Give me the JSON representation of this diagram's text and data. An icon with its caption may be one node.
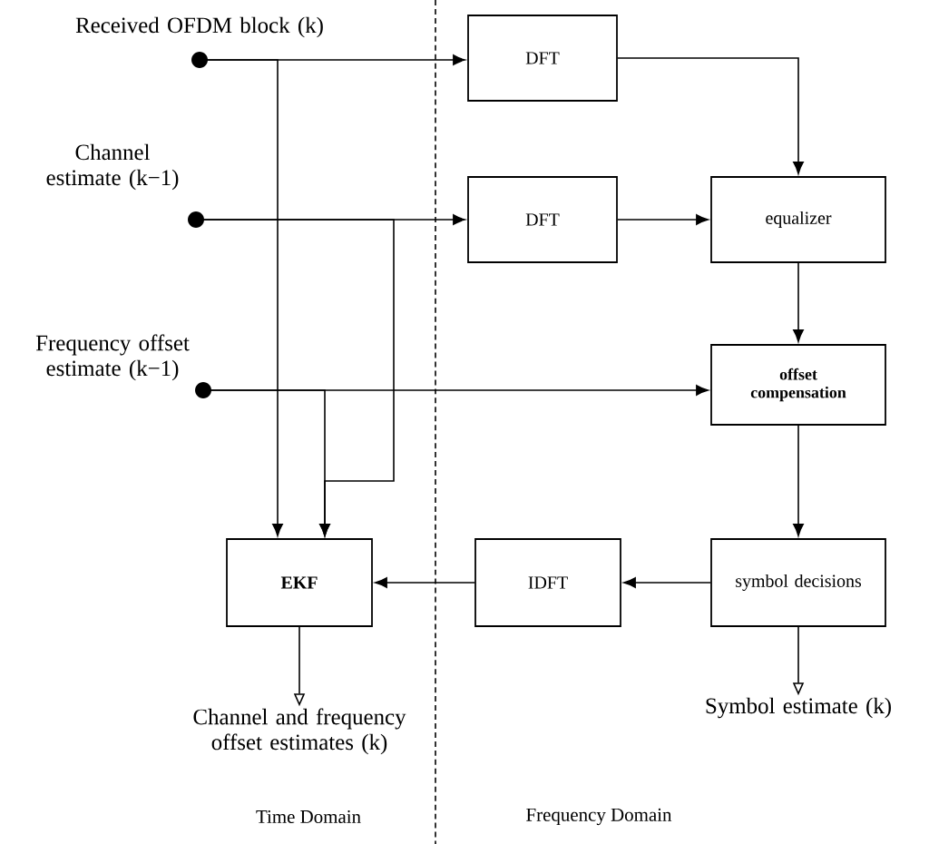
{
  "diagram": {
    "nodes": [
      {
        "text": [
          "Received OFDM block (k)"
        ]
      },
      {
        "text": [
          "Channel estimate (k−1)"
        ]
      },
      {
        "text": [
          "Frequency offset estimate (k−1)"
        ]
      },
      {
        "text": [
          "DFT"
        ]
      },
      {
        "text": [
          "DFT"
        ]
      },
      {
        "text": [
          "equalizer"
        ]
      },
      {
        "text": [
          "offset compensation"
        ]
      },
      {
        "text": [
          "EKF"
        ]
      },
      {
        "text": [
          "IDFT"
        ]
      },
      {
        "text": [
          "symbol decisions"
        ]
      },
      {
        "text": [
          "Channel and frequency offset estimates (k)"
        ]
      },
      {
        "text": [
          "Symbol estimate (k)"
        ]
      }
    ],
    "edges": [
      {
        "from": 0,
        "to": 3,
        "arrow": "to"
      },
      {
        "from": 1,
        "to": 4,
        "arrow": "to"
      },
      {
        "from": 2,
        "to": 6,
        "arrow": "to"
      },
      {
        "from": 3,
        "to": 5,
        "arrow": "to"
      },
      {
        "from": 4,
        "to": 5,
        "arrow": "to"
      },
      {
        "from": 5,
        "to": 6,
        "arrow": "to"
      },
      {
        "from": 6,
        "to": 9,
        "arrow": "to"
      },
      {
        "from": 9,
        "to": 8,
        "arrow": "to"
      },
      {
        "from": 8,
        "to": 7,
        "arrow": "to"
      },
      {
        "from": 0,
        "to": 7,
        "arrow": "to"
      },
      {
        "from": 1,
        "to": 7,
        "arrow": "to"
      },
      {
        "from": 2,
        "to": 7,
        "arrow": "to"
      },
      {
        "from": 7,
        "to": 10,
        "arrow": "to"
      },
      {
        "from": 9,
        "to": 11,
        "arrow": "to"
      }
    ],
    "labels": [
      "Time Domain",
      "Frequency Domain"
    ]
  }
}
